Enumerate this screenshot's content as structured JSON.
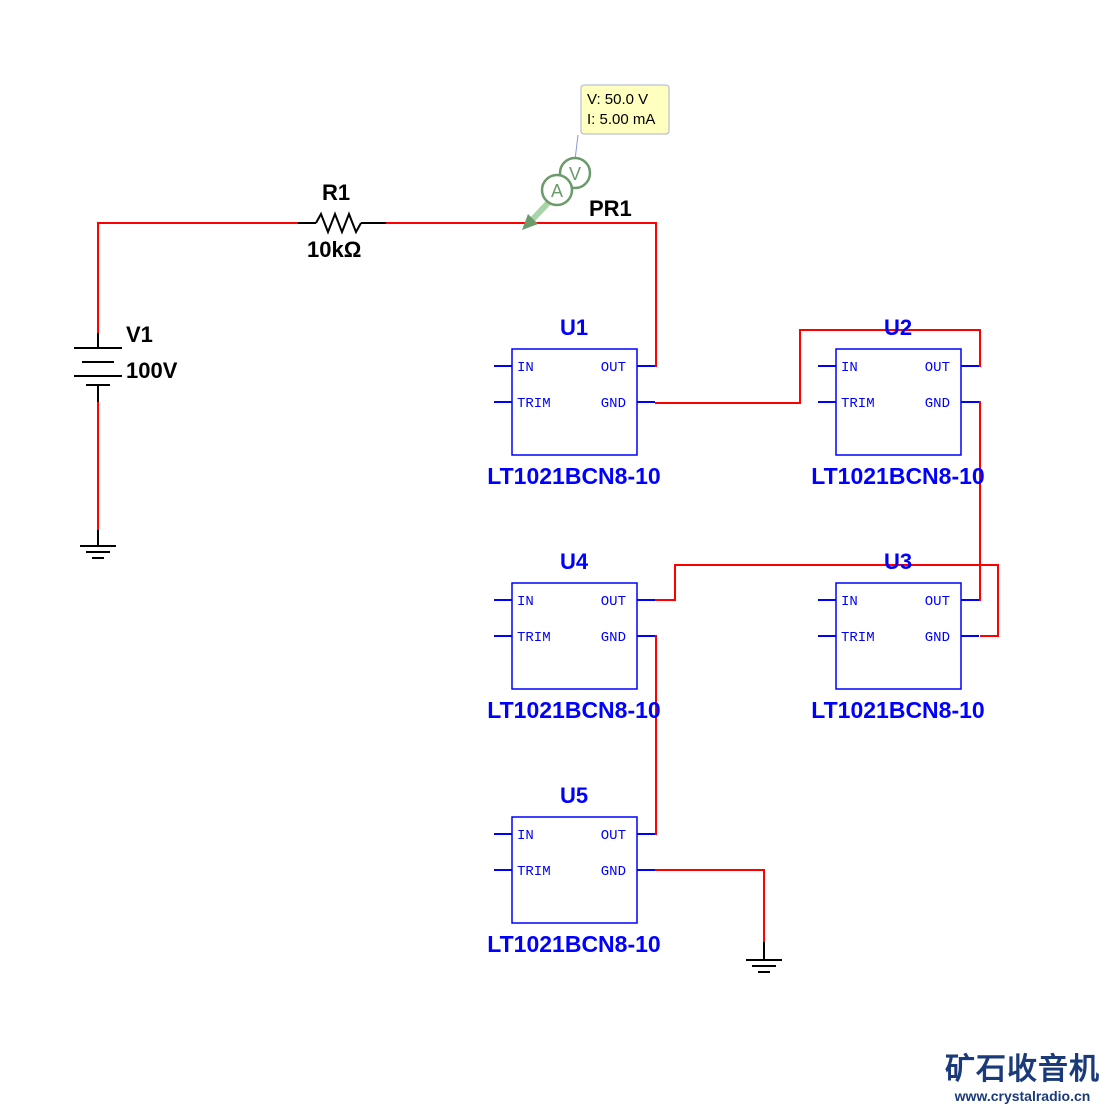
{
  "schematic": {
    "source": {
      "ref": "V1",
      "value": "100V"
    },
    "resistor": {
      "ref": "R1",
      "value": "10kΩ"
    },
    "probe": {
      "ref": "PR1",
      "voltage_reading": "V: 50.0 V",
      "current_reading": "I: 5.00 mA",
      "ammeter_glyph": "A",
      "voltmeter_glyph": "V"
    },
    "ics": [
      {
        "ref": "U1",
        "part": "LT1021BCN8-10",
        "pins": {
          "in": "IN",
          "out": "OUT",
          "trim": "TRIM",
          "gnd": "GND"
        }
      },
      {
        "ref": "U2",
        "part": "LT1021BCN8-10",
        "pins": {
          "in": "IN",
          "out": "OUT",
          "trim": "TRIM",
          "gnd": "GND"
        }
      },
      {
        "ref": "U3",
        "part": "LT1021BCN8-10",
        "pins": {
          "in": "IN",
          "out": "OUT",
          "trim": "TRIM",
          "gnd": "GND"
        }
      },
      {
        "ref": "U4",
        "part": "LT1021BCN8-10",
        "pins": {
          "in": "IN",
          "out": "OUT",
          "trim": "TRIM",
          "gnd": "GND"
        }
      },
      {
        "ref": "U5",
        "part": "LT1021BCN8-10",
        "pins": {
          "in": "IN",
          "out": "OUT",
          "trim": "TRIM",
          "gnd": "GND"
        }
      }
    ],
    "colors": {
      "wire": "#ff0000",
      "component": "#0000ff",
      "lead": "#000000",
      "probe": "#6b9a6b",
      "probe_tag_bg": "#ffffc0"
    }
  },
  "watermark": {
    "title": "矿石收音机",
    "url": "www.crystalradio.cn"
  }
}
